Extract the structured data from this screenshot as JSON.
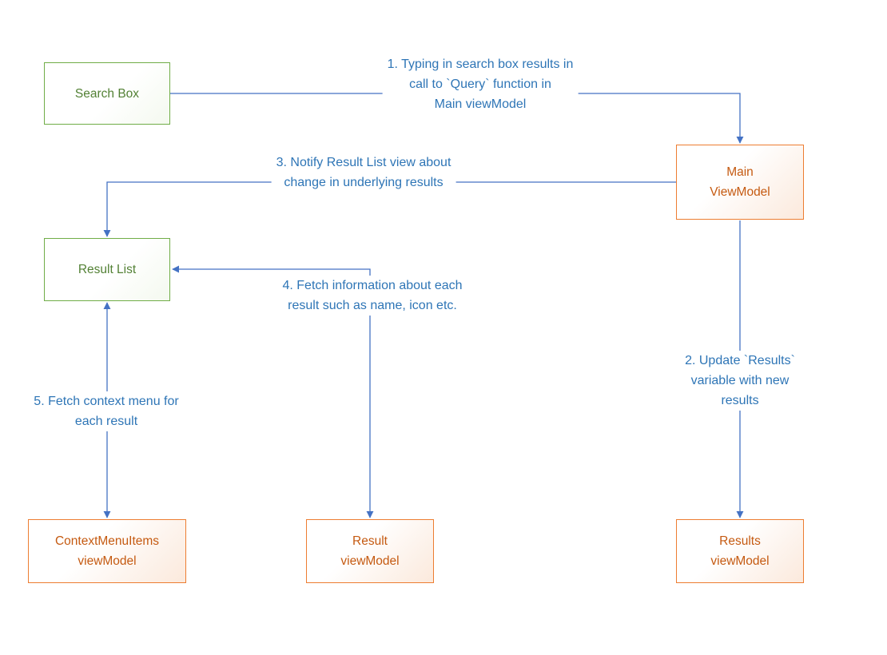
{
  "diagram": {
    "nodes": {
      "search_box": {
        "label": "Search Box"
      },
      "main_viewmodel": {
        "label": "Main\nViewModel"
      },
      "result_list": {
        "label": "Result List"
      },
      "contextmenu_viewmodel": {
        "label": "ContextMenuItems\nviewModel"
      },
      "result_viewmodel": {
        "label": "Result\nviewModel"
      },
      "results_viewmodel": {
        "label": "Results\nviewModel"
      }
    },
    "edge_labels": {
      "step1": "1. Typing in search box results in\ncall to `Query` function in\nMain viewModel",
      "step2": "2. Update `Results` variable with new\nresults",
      "step3": "3. Notify Result List view about\nchange in underlying results",
      "step4": "4. Fetch information about each\nresult such as name, icon etc.",
      "step5": "5. Fetch context menu for\neach result"
    },
    "colors": {
      "connector": "#4472C4",
      "label_text": "#2E75B6",
      "green_border": "#70AD47",
      "green_text": "#538135",
      "orange_border": "#ED7D31",
      "orange_text": "#C55A11"
    }
  }
}
